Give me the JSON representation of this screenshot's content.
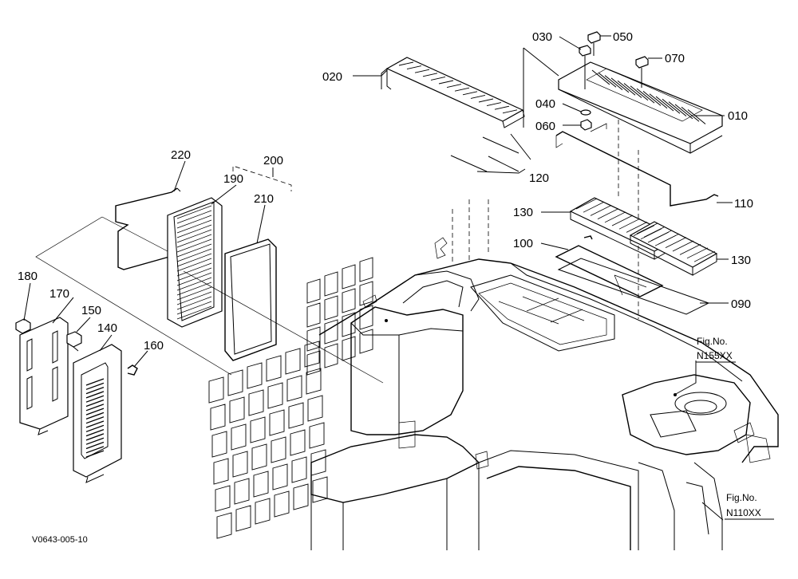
{
  "labels": {
    "p010": "010",
    "p020": "020",
    "p030": "030",
    "p040": "040",
    "p050": "050",
    "p060": "060",
    "p070": "070",
    "p090": "090",
    "p100": "100",
    "p110": "110",
    "p120": "120",
    "p130a": "130",
    "p130b": "130",
    "p140": "140",
    "p150": "150",
    "p160": "160",
    "p170": "170",
    "p180": "180",
    "p190": "190",
    "p200": "200",
    "p210": "210",
    "p220": "220"
  },
  "figure_refs": {
    "ref1_line1": "Fig.No.",
    "ref1_line2": "N155XX",
    "ref2_line1": "Fig.No.",
    "ref2_line2": "N110XX"
  },
  "caption": "V0643-005-10"
}
